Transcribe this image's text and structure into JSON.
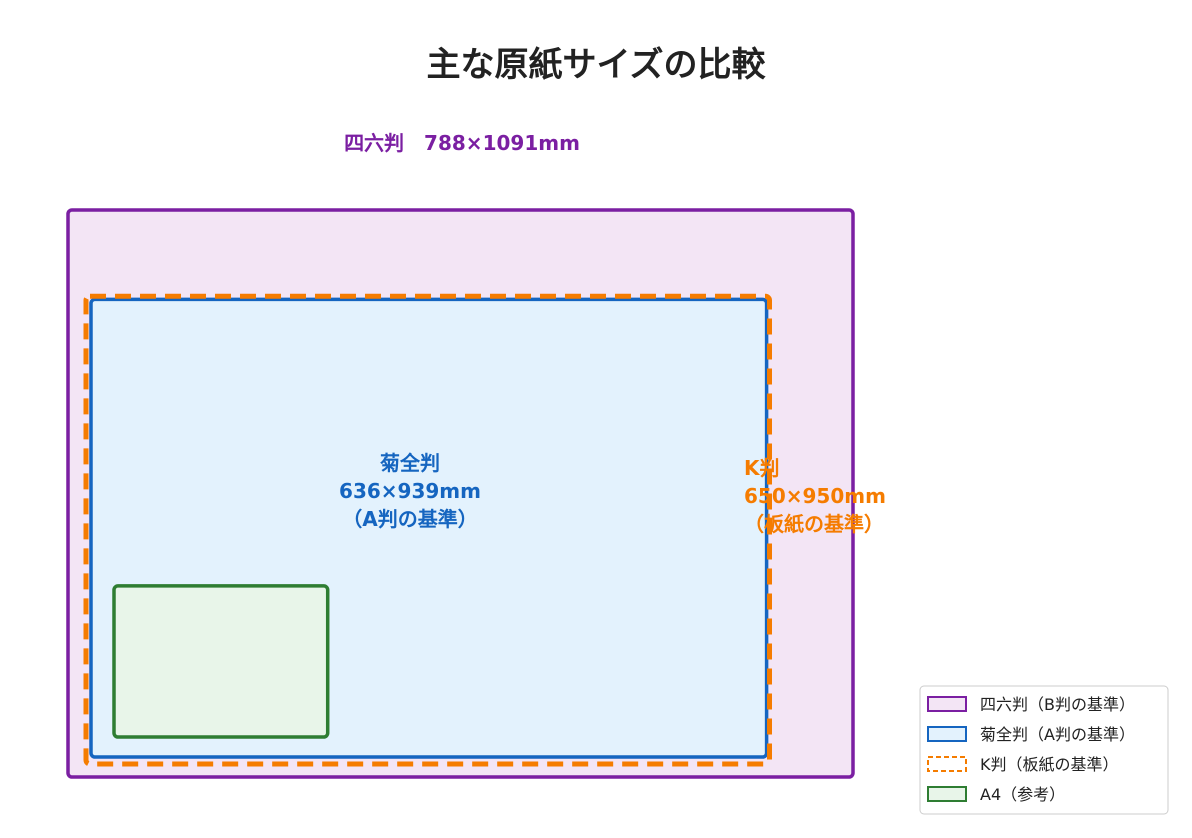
{
  "chart_data": {
    "type": "diagram",
    "title": "主な原紙サイズの比較",
    "series": [
      {
        "key": "shiroku",
        "width_mm": 1091,
        "height_mm": 788,
        "label_lines": [
          "四六判　788×1091mm"
        ],
        "legend": "四六判（B判の基準）",
        "stroke": "#7b1fa2",
        "fill": "#f3e5f5",
        "dashed": false
      },
      {
        "key": "kiku",
        "width_mm": 939,
        "height_mm": 636,
        "label_lines": [
          "菊全判",
          "636×939mm",
          "（A判の基準）"
        ],
        "legend": "菊全判（A判の基準）",
        "stroke": "#1565c0",
        "fill": "#e3f2fd",
        "dashed": false
      },
      {
        "key": "k",
        "width_mm": 950,
        "height_mm": 650,
        "label_lines": [
          "K判",
          "650×950mm",
          "（板紙の基準）"
        ],
        "legend": "K判（板紙の基準）",
        "stroke": "#f57c00",
        "fill": "none",
        "dashed": true
      },
      {
        "key": "a4",
        "width_mm": 297,
        "height_mm": 210,
        "label_lines": [],
        "legend": "A4（参考）",
        "stroke": "#2e7d32",
        "fill": "#e8f5e9",
        "dashed": false
      }
    ],
    "legend_position": "bottom-right",
    "grid": false
  }
}
